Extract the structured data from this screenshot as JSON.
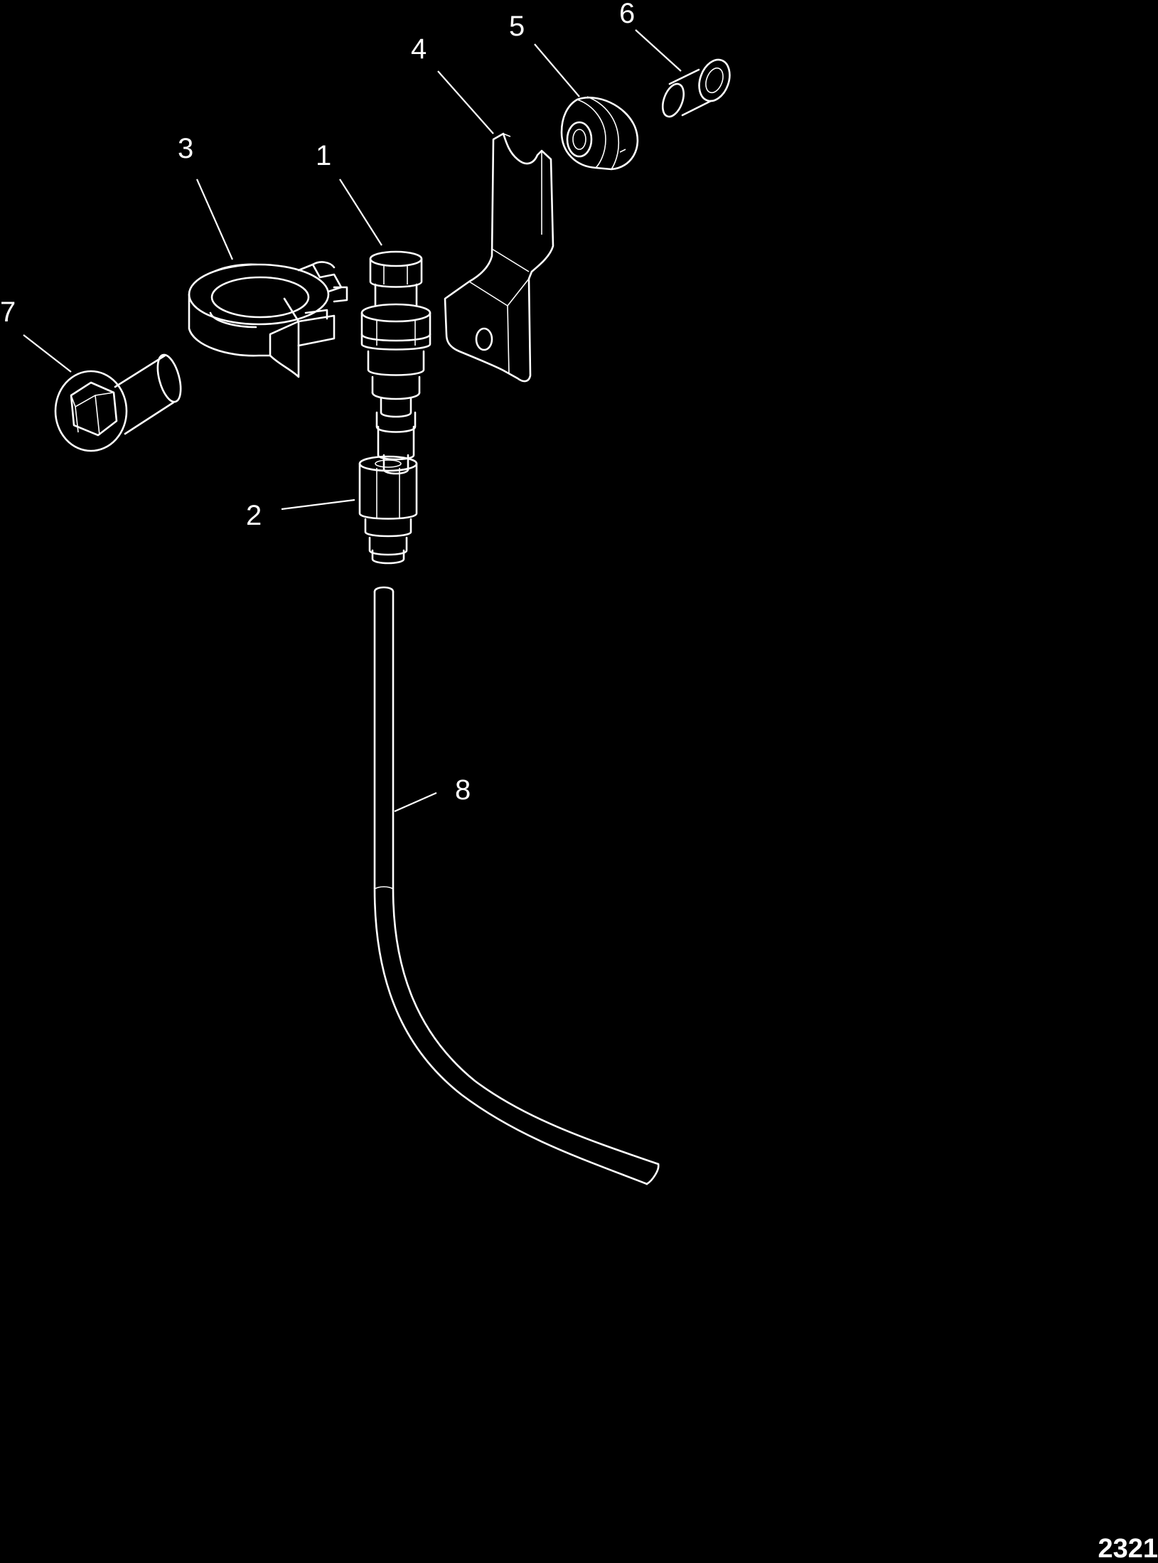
{
  "diagram": {
    "figure_number": "2321",
    "callouts": [
      {
        "id": "1",
        "label": "1"
      },
      {
        "id": "2",
        "label": "2"
      },
      {
        "id": "3",
        "label": "3"
      },
      {
        "id": "4",
        "label": "4"
      },
      {
        "id": "5",
        "label": "5"
      },
      {
        "id": "6",
        "label": "6"
      },
      {
        "id": "7",
        "label": "7"
      },
      {
        "id": "8",
        "label": "8"
      }
    ],
    "colors": {
      "background": "#000000",
      "line": "#ffffff"
    }
  }
}
